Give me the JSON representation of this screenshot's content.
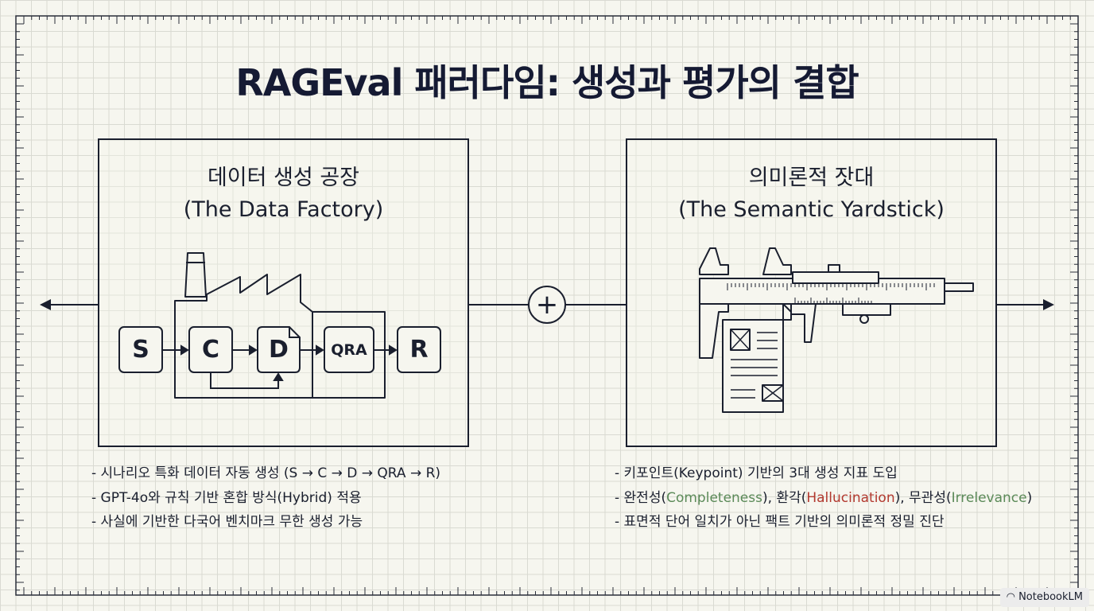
{
  "title": "RAGEval 패러다임: 생성과 평가의 결합",
  "left_panel": {
    "title_ko": "데이터 생성 공장",
    "title_en": "(The Data Factory)",
    "stages": [
      "S",
      "C",
      "D",
      "QRA",
      "R"
    ],
    "bullets": [
      "- 시나리오 특화 데이터 자동 생성 (S → C → D → QRA → R)",
      "- GPT-4o와 규칙 기반 혼합 방식(Hybrid) 적용",
      "- 사실에 기반한 다국어 벤치마크 무한 생성 가능"
    ]
  },
  "right_panel": {
    "title_ko": "의미론적 잣대",
    "title_en": "(The Semantic Yardstick)",
    "bullets": {
      "b1": "- 키포인트(Keypoint) 기반의 3대 생성 지표 도입",
      "b2": {
        "p1": "- 완전성(",
        "g1": "Completeness",
        "p2": "), 환각(",
        "r1": "Hallucination",
        "p3": "), 무관성(",
        "g2": "Irrelevance",
        "p4": ")"
      },
      "b3": "- 표면적 단어 일치가 아닌 팩트 기반의 의미론적 정밀 진단"
    }
  },
  "connector_symbol": "+",
  "watermark": "NotebookLM",
  "colors": {
    "ink": "#1a1f2e",
    "green": "#5b8a58",
    "red": "#b2392f",
    "background": "#f6f6ef"
  }
}
